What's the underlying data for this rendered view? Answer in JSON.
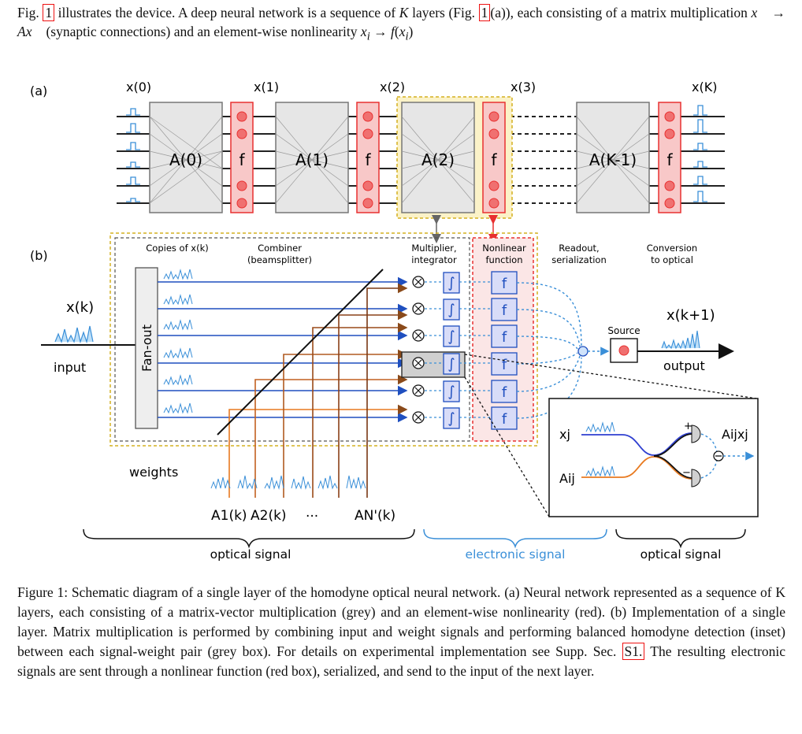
{
  "intro": {
    "p1": "Fig. ",
    "ref1": "1",
    "p2": " illustrates the device. A deep neural network is a sequence of ",
    "p3": " layers (Fig. ",
    "ref2": "1",
    "p4": "(a)), each consisting of a matrix multiplication ",
    "p5": " (synaptic connections) and an element-wise nonlinearity "
  },
  "figure": {
    "panel_a": "(a)",
    "panel_b": "(b)",
    "vectors": [
      "x(0)",
      "x(1)",
      "x(2)",
      "x(3)",
      "x(K)"
    ],
    "matrices": [
      "A(0)",
      "A(1)",
      "A(2)",
      "A(K-1)"
    ],
    "nonlinearity": "f",
    "copies_label": "Copies of x(k)",
    "combiner_label": [
      "Combiner",
      "(beamsplitter)"
    ],
    "multiplier_label": [
      "Multiplier,",
      "integrator"
    ],
    "nonlinear_label": [
      "Nonlinear",
      "function"
    ],
    "readout_label": [
      "Readout,",
      "serialization"
    ],
    "conversion_label": [
      "Conversion",
      "to optical"
    ],
    "fanout_label": "Fan-out",
    "input_vec": "x(k)",
    "input_label": "input",
    "output_vec": "x(k+1)",
    "output_label": "output",
    "source_label": "Source",
    "weights_label": "weights",
    "weight_vectors": [
      "A1(k)",
      "A2(k)",
      "...",
      "AN'(k)"
    ],
    "inset": {
      "xj": "xj",
      "aij": "Aij",
      "prod": "Aijxj",
      "plus": "+",
      "minus": "−"
    },
    "signal_labels": [
      "optical signal",
      "electronic signal",
      "optical signal"
    ]
  },
  "caption": {
    "text": "Figure 1: Schematic diagram of a single layer of the homodyne optical neural network. (a) Neural network represented as a sequence of K layers, each consisting of a matrix-vector multiplication (grey) and an element-wise nonlinearity (red). (b) Implementation of a single layer. Matrix multiplication is performed by combining input and weight signals and performing balanced homodyne detection (inset) between each signal-weight pair (grey box). For details on experimental implementation see Supp. Sec.",
    "ref": "S1.",
    "text2": "The resulting electronic signals are sent through a nonlinear function (red box), serialized, and send to the input of the next layer."
  },
  "colors": {
    "red": "#e83030",
    "blue": "#1f4fbf",
    "lightblue": "#3a8fd8",
    "orange": "#e87a20",
    "grey": "#e6e6e6",
    "yellow": "#d4b020"
  }
}
